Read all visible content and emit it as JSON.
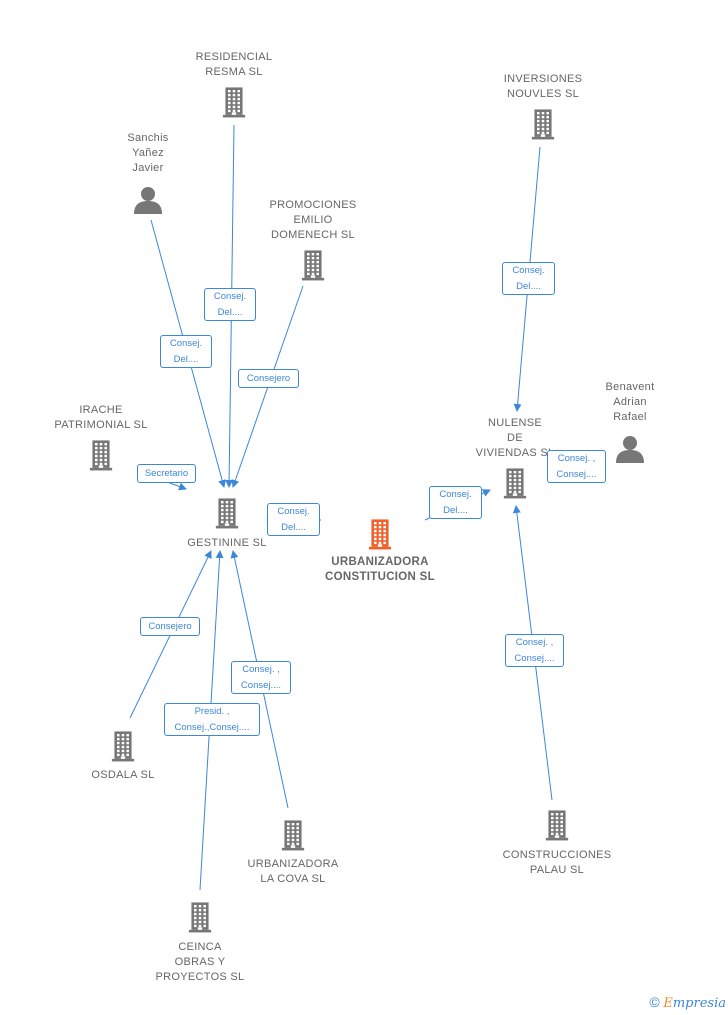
{
  "nodes": {
    "residencial": {
      "label": "RESIDENCIAL\nRESMA SL",
      "kind": "company"
    },
    "inversiones": {
      "label": "INVERSIONES\nNOUVLES  SL",
      "kind": "company"
    },
    "sanchis": {
      "label": "Sanchis\nYañez\nJavier",
      "kind": "person"
    },
    "promociones": {
      "label": "PROMOCIONES\nEMILIO\nDOMENECH SL",
      "kind": "company"
    },
    "benavent": {
      "label": "Benavent\nAdrian\nRafael",
      "kind": "person"
    },
    "irache": {
      "label": "IRACHE\nPATRIMONIAL SL",
      "kind": "company"
    },
    "nulense": {
      "label": "NULENSE\nDE\nVIVIENDAS SL",
      "kind": "company"
    },
    "gestinine": {
      "label": "GESTININE SL",
      "kind": "company"
    },
    "urbanizadora_constitucion": {
      "label": "URBANIZADORA\nCONSTITUCION SL",
      "kind": "focus"
    },
    "osdala": {
      "label": "OSDALA SL",
      "kind": "company"
    },
    "urbanizadora_cova": {
      "label": "URBANIZADORA\nLA COVA SL",
      "kind": "company"
    },
    "construcciones": {
      "label": "CONSTRUCCIONES\nPALAU SL",
      "kind": "company"
    },
    "ceinca": {
      "label": "CEINCA\nOBRAS Y\nPROYECTOS SL",
      "kind": "company"
    }
  },
  "relations": [
    {
      "id": "residencial-gestinine",
      "label": "Consej.\nDel...."
    },
    {
      "id": "sanchis-gestinine",
      "label": "Consej.\nDel...."
    },
    {
      "id": "promociones-gestinine",
      "label": "Consejero"
    },
    {
      "id": "irache-gestinine",
      "label": "Secretario"
    },
    {
      "id": "urbcons-gestinine",
      "label": "Consej.\nDel...."
    },
    {
      "id": "osdala-gestinine",
      "label": "Consejero"
    },
    {
      "id": "ceinca-gestinine",
      "label": "Presid. ,\nConsej.,Consej...."
    },
    {
      "id": "cova-gestinine",
      "label": "Consej. ,\nConsej...."
    },
    {
      "id": "inversiones-nulense",
      "label": "Consej.\nDel...."
    },
    {
      "id": "benavent-nulense",
      "label": "Consej. ,\nConsej...."
    },
    {
      "id": "urbcons-nulense",
      "label": "Consej.\nDel...."
    },
    {
      "id": "construcciones-nulense",
      "label": "Consej. ,\nConsej...."
    }
  ],
  "colors": {
    "edge": "#3d87d9",
    "company_icon": "#777777",
    "focus_icon": "#f0602b",
    "person_icon": "#777777",
    "label_text": "#666666"
  },
  "footer": {
    "copyright_symbol": "©",
    "brand_initial": "E",
    "brand_rest": "mpresia"
  }
}
